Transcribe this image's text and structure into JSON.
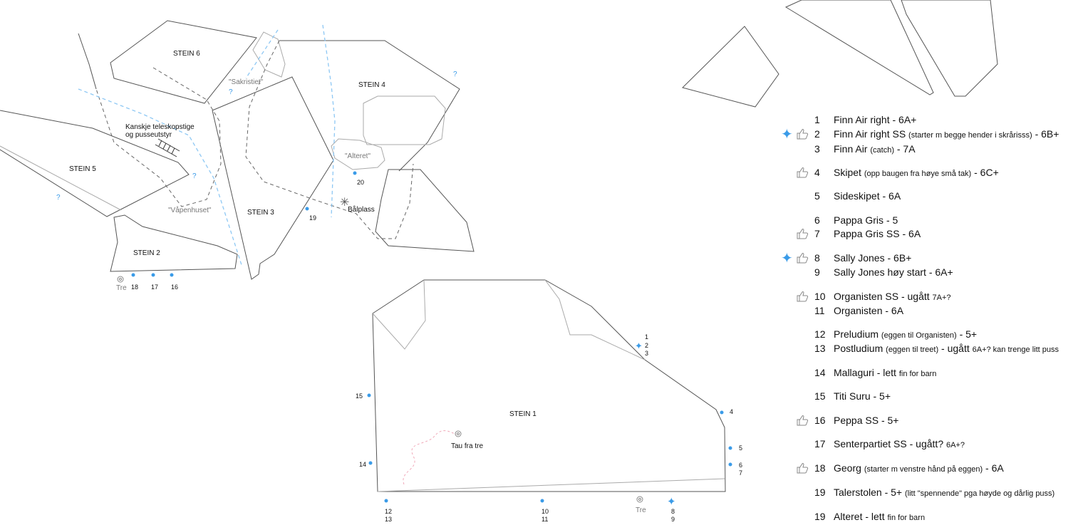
{
  "map": {
    "stones": [
      "STEIN 1",
      "STEIN 2",
      "STEIN 3",
      "STEIN 4",
      "STEIN 5",
      "STEIN 6"
    ],
    "areas": {
      "sakristiet": "\"Sakristiet\"",
      "alteret": "\"Alteret\"",
      "vapenhuset": "\"Våpenhuset\""
    },
    "note_line1": "Kanskje teleskopstige",
    "note_line2": "og pusseutstyr",
    "balplass": "Bålplass",
    "tau": "Tau fra tre",
    "tree": "Tre",
    "question": "?",
    "dots": {
      "d1": "1",
      "d2": "2",
      "d3": "3",
      "d4": "4",
      "d5": "5",
      "d6": "6",
      "d7": "7",
      "d8": "8",
      "d9": "9",
      "d10": "10",
      "d11": "11",
      "d12": "12",
      "d13": "13",
      "d14": "14",
      "d15": "15",
      "d16": "16",
      "d17": "17",
      "d18": "18",
      "d19": "19",
      "d20": "20"
    }
  },
  "colors": {
    "accent": "#3a9be8",
    "rock": "#555555"
  },
  "routes": [
    {
      "n": "1",
      "name": "Finn Air right",
      "note": "",
      "grade": "-  6A+",
      "extra": "",
      "star": false,
      "thumb": false
    },
    {
      "n": "2",
      "name": "Finn Air right SS",
      "note": "(starter m begge hender i skrårisss)",
      "grade": "-  6B+",
      "extra": "",
      "star": true,
      "thumb": true
    },
    {
      "n": "3",
      "name": "Finn Air",
      "note": "(catch)",
      "grade": "-  7A",
      "extra": "",
      "star": false,
      "thumb": false
    },
    {
      "n": "4",
      "name": "Skipet",
      "note": "(opp baugen fra høye små tak)",
      "grade": "-  6C+",
      "extra": "",
      "star": false,
      "thumb": true
    },
    {
      "n": "5",
      "name": "Sideskipet",
      "note": "",
      "grade": "-  6A",
      "extra": "",
      "star": false,
      "thumb": false
    },
    {
      "n": "6",
      "name": "Pappa Gris",
      "note": "",
      "grade": "-  5",
      "extra": "",
      "star": false,
      "thumb": false
    },
    {
      "n": "7",
      "name": "Pappa Gris SS",
      "note": "",
      "grade": "-  6A",
      "extra": "",
      "star": false,
      "thumb": true
    },
    {
      "n": "8",
      "name": "Sally Jones",
      "note": "",
      "grade": "-  6B+",
      "extra": "",
      "star": true,
      "thumb": true
    },
    {
      "n": "9",
      "name": "Sally Jones høy start",
      "note": "",
      "grade": "-  6A+",
      "extra": "",
      "star": false,
      "thumb": false
    },
    {
      "n": "10",
      "name": "Organisten SS",
      "note": "",
      "grade": "- ugått",
      "extra": "7A+?",
      "star": false,
      "thumb": true
    },
    {
      "n": "11",
      "name": "Organisten",
      "note": "",
      "grade": "-  6A",
      "extra": "",
      "star": false,
      "thumb": false
    },
    {
      "n": "12",
      "name": "Preludium",
      "note": "(eggen til Organisten)",
      "grade": "-  5+",
      "extra": "",
      "star": false,
      "thumb": false
    },
    {
      "n": "13",
      "name": "Postludium",
      "note": "(eggen til treet)",
      "grade": "-  ugått",
      "extra": "6A+? kan trenge litt puss",
      "star": false,
      "thumb": false
    },
    {
      "n": "14",
      "name": "Mallaguri",
      "note": "",
      "grade": "-  lett",
      "extra": "fin for barn",
      "star": false,
      "thumb": false
    },
    {
      "n": "15",
      "name": "Titi Suru",
      "note": "",
      "grade": "-  5+",
      "extra": "",
      "star": false,
      "thumb": false
    },
    {
      "n": "16",
      "name": "Peppa SS",
      "note": "",
      "grade": "-  5+",
      "extra": "",
      "star": false,
      "thumb": true
    },
    {
      "n": "17",
      "name": "Senterpartiet SS",
      "note": "",
      "grade": "-  ugått?",
      "extra": "6A+?",
      "star": false,
      "thumb": false
    },
    {
      "n": "18",
      "name": "Georg",
      "note": "(starter m venstre hånd på eggen)",
      "grade": "-  6A",
      "extra": "",
      "star": false,
      "thumb": true
    },
    {
      "n": "19",
      "name": "Talerstolen",
      "note": "",
      "grade": "-  5+",
      "extra": "(litt \"spennende\" pga høyde og dårlig puss)",
      "star": false,
      "thumb": false
    },
    {
      "n": "19",
      "name": "Alteret",
      "note": "",
      "grade": "-  lett",
      "extra": "fin for barn",
      "star": false,
      "thumb": false
    }
  ]
}
